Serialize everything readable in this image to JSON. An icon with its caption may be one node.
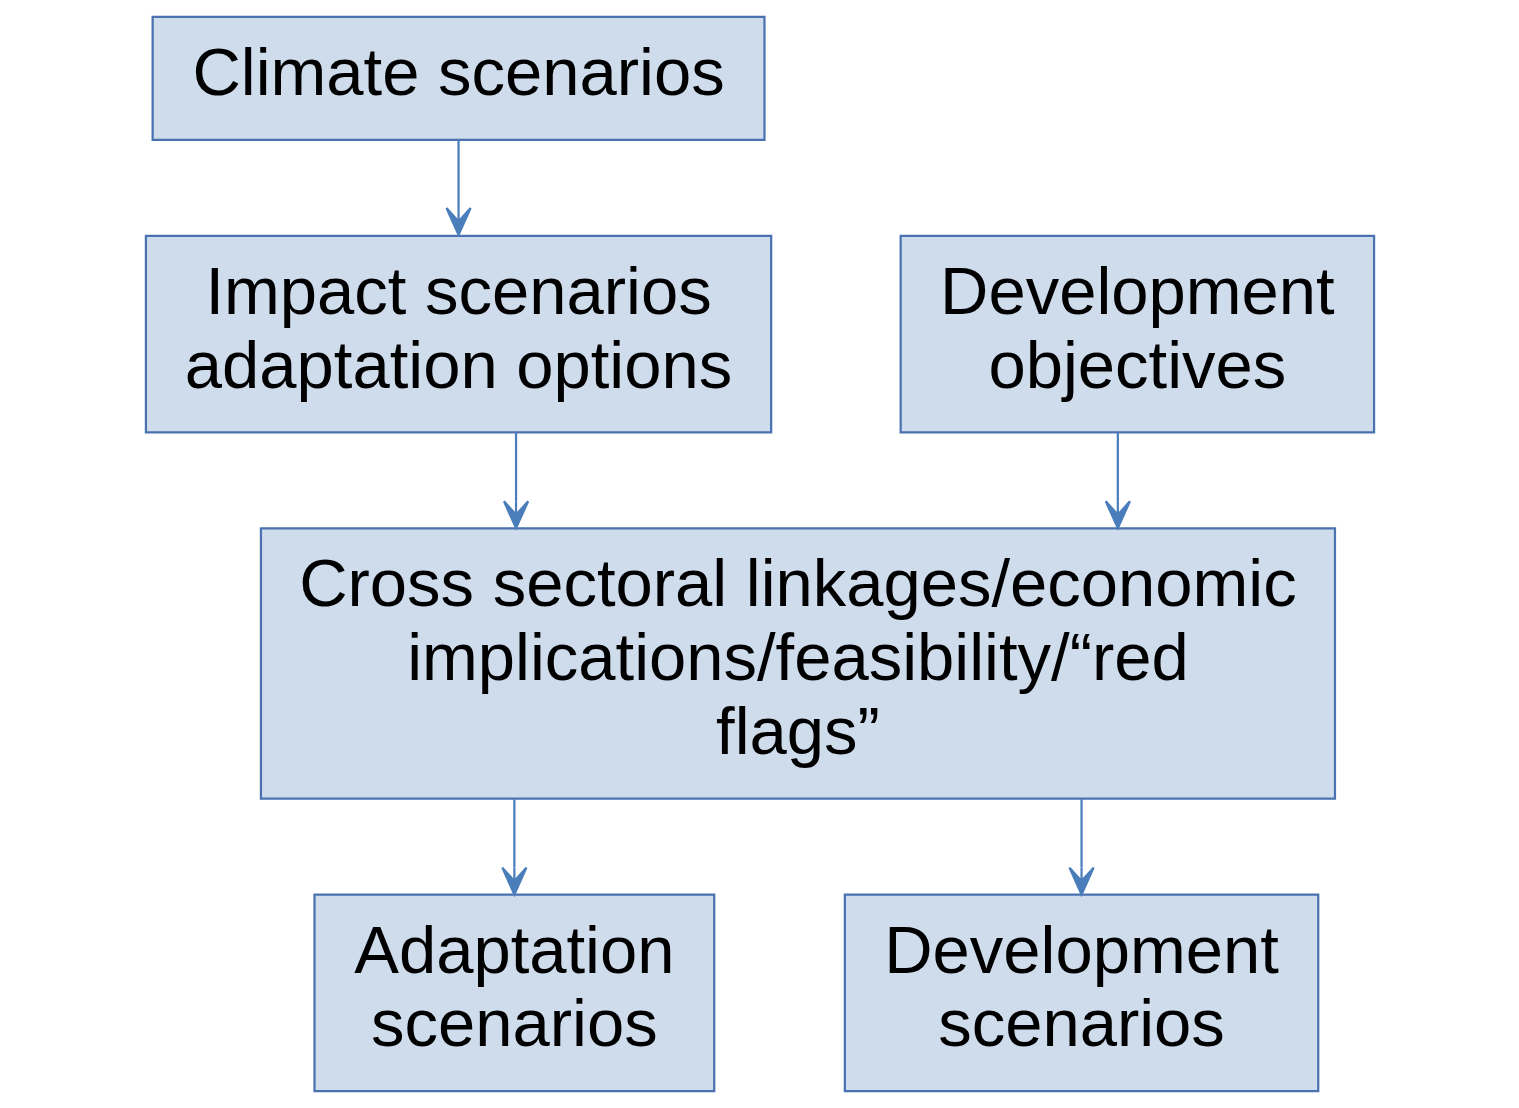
{
  "diagram": {
    "nodes": [
      {
        "text": [
          "Climate scenarios"
        ]
      },
      {
        "text": [
          "Impact scenarios adaptation options"
        ]
      },
      {
        "text": [
          "Development objectives"
        ]
      },
      {
        "text": [
          "Cross sectoral linkages/economic implications/feasibility/“red flags”"
        ]
      },
      {
        "text": [
          "Adaptation scenarios"
        ]
      },
      {
        "text": [
          "Development scenarios"
        ]
      }
    ],
    "edges": [
      {
        "from": 0,
        "to": 1,
        "arrow": "to"
      },
      {
        "from": 1,
        "to": 3,
        "arrow": "to"
      },
      {
        "from": 2,
        "to": 3,
        "arrow": "to"
      },
      {
        "from": 3,
        "to": 4,
        "arrow": "to"
      },
      {
        "from": 3,
        "to": 5,
        "arrow": "to"
      }
    ]
  }
}
